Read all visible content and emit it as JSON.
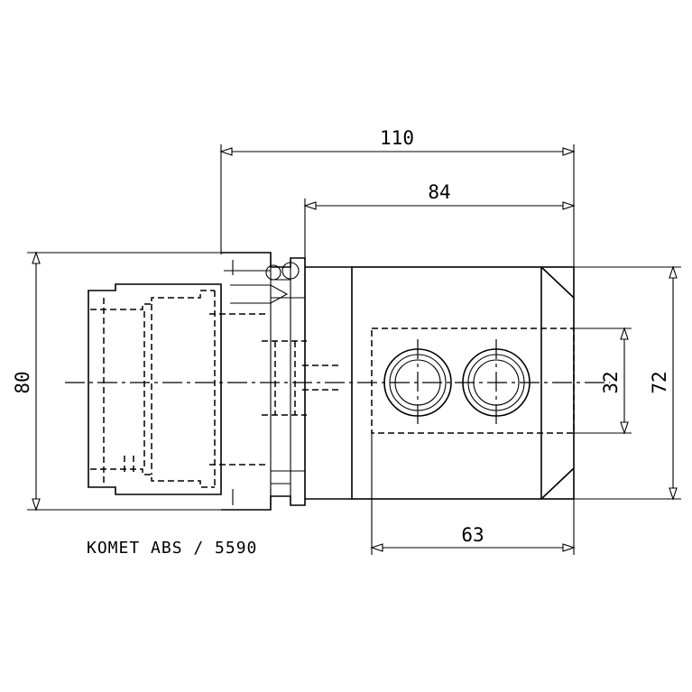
{
  "dimensions": {
    "overall_length": "110",
    "body_length": "84",
    "shank_diameter": "80",
    "head_height": "72",
    "hole_spacing": "32",
    "pocket_length": "63"
  },
  "caption": "KOMET ABS / 5590"
}
